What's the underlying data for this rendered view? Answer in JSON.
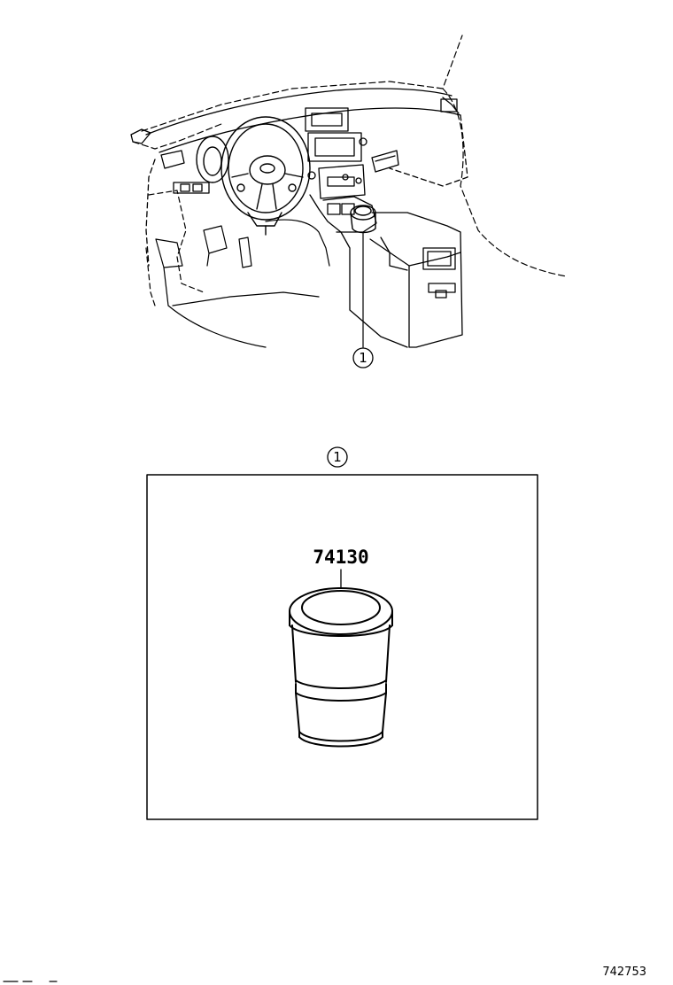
{
  "overview": {
    "callout": "1"
  },
  "detail": {
    "callout": "1",
    "part_number": "74130"
  },
  "diagram_id": "742753"
}
